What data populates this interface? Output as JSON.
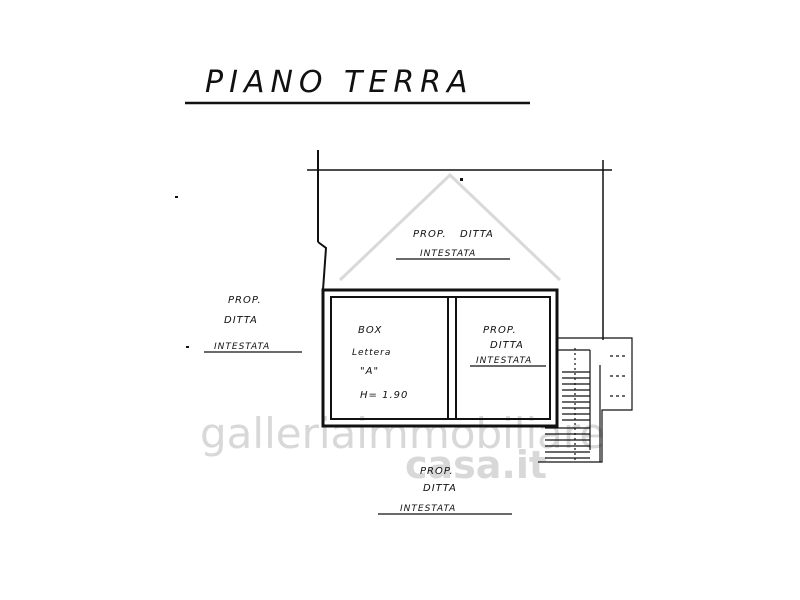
{
  "title": "PIANO TERRA",
  "labels": {
    "top_prop": "PROP.",
    "top_ditta": "DITTA",
    "top_intestata": "INTESTATA",
    "left_prop": "PROP.",
    "left_ditta": "DITTA",
    "left_intestata": "INTESTATA",
    "box": "BOX",
    "box_letter_word": "Lettera",
    "box_letter": "\"A\"",
    "box_height": "H= 1.90",
    "right_prop": "PROP.",
    "right_ditta": "DITTA",
    "right_intestata": "INTESTATA",
    "bottom_prop": "PROP.",
    "bottom_ditta": "DITTA",
    "bottom_intestata": "INTESTATA"
  },
  "watermark": {
    "line1": "galleriaimmobiliare",
    "line2": "casa.it"
  },
  "colors": {
    "ink": "#111111",
    "watermark": "#d8d8d8"
  }
}
